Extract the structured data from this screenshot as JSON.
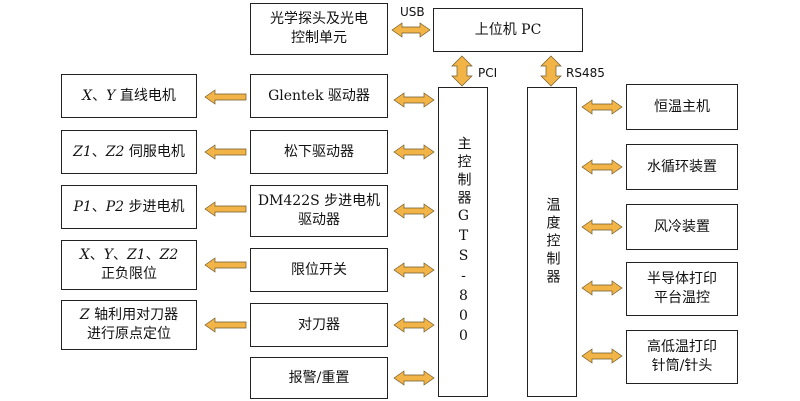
{
  "top": {
    "photo_unit": "光学探头及光电\n控制单元",
    "host_pc": "上位机 PC"
  },
  "links": {
    "usb": "USB",
    "pci": "PCI",
    "rs485": "RS485"
  },
  "motors": {
    "xy": {
      "vars": [
        "X",
        "Y"
      ],
      "text": "直线电机"
    },
    "z12": {
      "vars": [
        "Z1",
        "Z2"
      ],
      "text": "伺服电机"
    },
    "p12": {
      "vars": [
        "P1",
        "P2"
      ],
      "text": "步进电机"
    },
    "limits": {
      "vars": [
        "X",
        "Y",
        "Z1",
        "Z2"
      ],
      "text": "正负限位"
    },
    "tool": {
      "var": "Z",
      "text1": "轴利用对刀器",
      "text2": "进行原点定位"
    }
  },
  "separator": "、",
  "drivers": {
    "glentek": "Glentek 驱动器",
    "panasonic": "松下驱动器",
    "dm422s_1": "DM422S 步进电机",
    "dm422s_2": "驱动器",
    "limit_switch": "限位开关",
    "tool_setter": "对刀器",
    "alarm_reset": "报警/重置"
  },
  "main_controller": "主控制器GTS-800",
  "temp_controller": "温度控制器",
  "temp_units": {
    "thermostat": "恒温主机",
    "water_cycle": "水循环装置",
    "air_cooling": "风冷装置",
    "semi_1": "半导体打印",
    "semi_2": "平台温控",
    "high_1": "高低温打印",
    "high_2": "针筒/针头"
  }
}
